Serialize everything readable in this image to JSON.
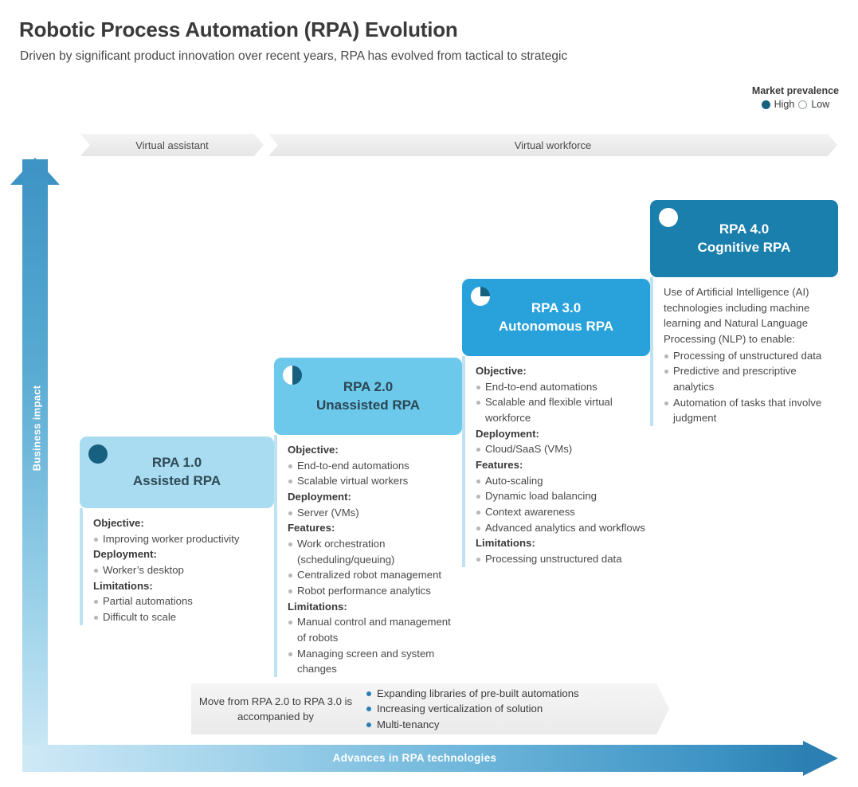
{
  "header": {
    "title": "Robotic Process Automation (RPA) Evolution",
    "subtitle": "Driven by significant product innovation over recent years, RPA has evolved from tactical to strategic"
  },
  "legend": {
    "title": "Market prevalence",
    "high_label": "High",
    "low_label": "Low"
  },
  "banners": {
    "virtual_assistant": "Virtual assistant",
    "virtual_workforce": "Virtual workforce"
  },
  "axes": {
    "y_label": "Business impact",
    "x_label": "Advances in RPA technologies"
  },
  "colors": {
    "stage1": "#a9dcf0",
    "stage2": "#6dc9eb",
    "stage3": "#29a2dc",
    "stage4": "#1a7fad",
    "marker_dark": "#17607f",
    "accent": "#2b7fb2"
  },
  "chart_data": {
    "type": "bar",
    "title": "Robotic Process Automation (RPA) Evolution",
    "xlabel": "Advances in RPA technologies",
    "ylabel": "Business impact",
    "categories": [
      "RPA 1.0",
      "RPA 2.0",
      "RPA 3.0",
      "RPA 4.0"
    ],
    "values": [
      1,
      2,
      3,
      4
    ],
    "series": [
      {
        "name": "Business impact (step level)",
        "values": [
          1,
          2,
          3,
          4
        ]
      }
    ],
    "grid": false,
    "legend_position": "top-right",
    "annotations": [
      "Market prevalence: High = filled, Low = hollow",
      "Virtual assistant covers RPA 1.0",
      "Virtual workforce covers RPA 2.0 through RPA 4.0"
    ]
  },
  "stages": [
    {
      "id": "stage-1",
      "version": "RPA 1.0",
      "name": "Assisted RPA",
      "marker": "full",
      "marker_meaning": "High",
      "sections": [
        {
          "heading": "Objective:",
          "items": [
            "Improving worker productivity"
          ]
        },
        {
          "heading": "Deployment:",
          "items": [
            "Worker’s desktop"
          ]
        },
        {
          "heading": "Limitations:",
          "items": [
            "Partial automations",
            "Difficult to scale"
          ]
        }
      ]
    },
    {
      "id": "stage-2",
      "version": "RPA 2.0",
      "name": "Unassisted RPA",
      "marker": "half",
      "marker_meaning": "Medium",
      "sections": [
        {
          "heading": "Objective:",
          "items": [
            "End-to-end automations",
            "Scalable virtual workers"
          ]
        },
        {
          "heading": "Deployment:",
          "items": [
            "Server (VMs)"
          ]
        },
        {
          "heading": "Features:",
          "items": [
            "Work orchestration (scheduling/queuing)",
            "Centralized robot management",
            "Robot performance analytics"
          ]
        },
        {
          "heading": "Limitations:",
          "items": [
            "Manual control and management of robots",
            "Managing screen and system changes"
          ]
        }
      ]
    },
    {
      "id": "stage-3",
      "version": "RPA 3.0",
      "name": "Autonomous RPA",
      "marker": "quarter",
      "marker_meaning": "Low-Medium",
      "sections": [
        {
          "heading": "Objective:",
          "items": [
            "End-to-end automations",
            "Scalable and flexible virtual workforce"
          ]
        },
        {
          "heading": "Deployment:",
          "items": [
            "Cloud/SaaS (VMs)"
          ]
        },
        {
          "heading": "Features:",
          "items": [
            "Auto-scaling",
            "Dynamic load balancing",
            "Context awareness",
            "Advanced analytics and workflows"
          ]
        },
        {
          "heading": "Limitations:",
          "items": [
            "Processing unstructured data"
          ]
        }
      ]
    },
    {
      "id": "stage-4",
      "version": "RPA 4.0",
      "name": "Cognitive RPA",
      "marker": "empty",
      "marker_meaning": "Low",
      "intro": "Use of Artificial Intelligence (AI) technologies including machine learning and Natural Language Processing (NLP) to enable:",
      "sections": [
        {
          "heading": "",
          "items": [
            "Processing of unstructured data",
            "Predictive and prescriptive analytics",
            "Automation of tasks that involve judgment"
          ]
        }
      ]
    }
  ],
  "callout": {
    "lead": "Move from RPA 2.0 to RPA 3.0 is accompanied by",
    "items": [
      "Expanding libraries of pre-built automations",
      "Increasing verticalization of solution",
      "Multi-tenancy"
    ]
  }
}
